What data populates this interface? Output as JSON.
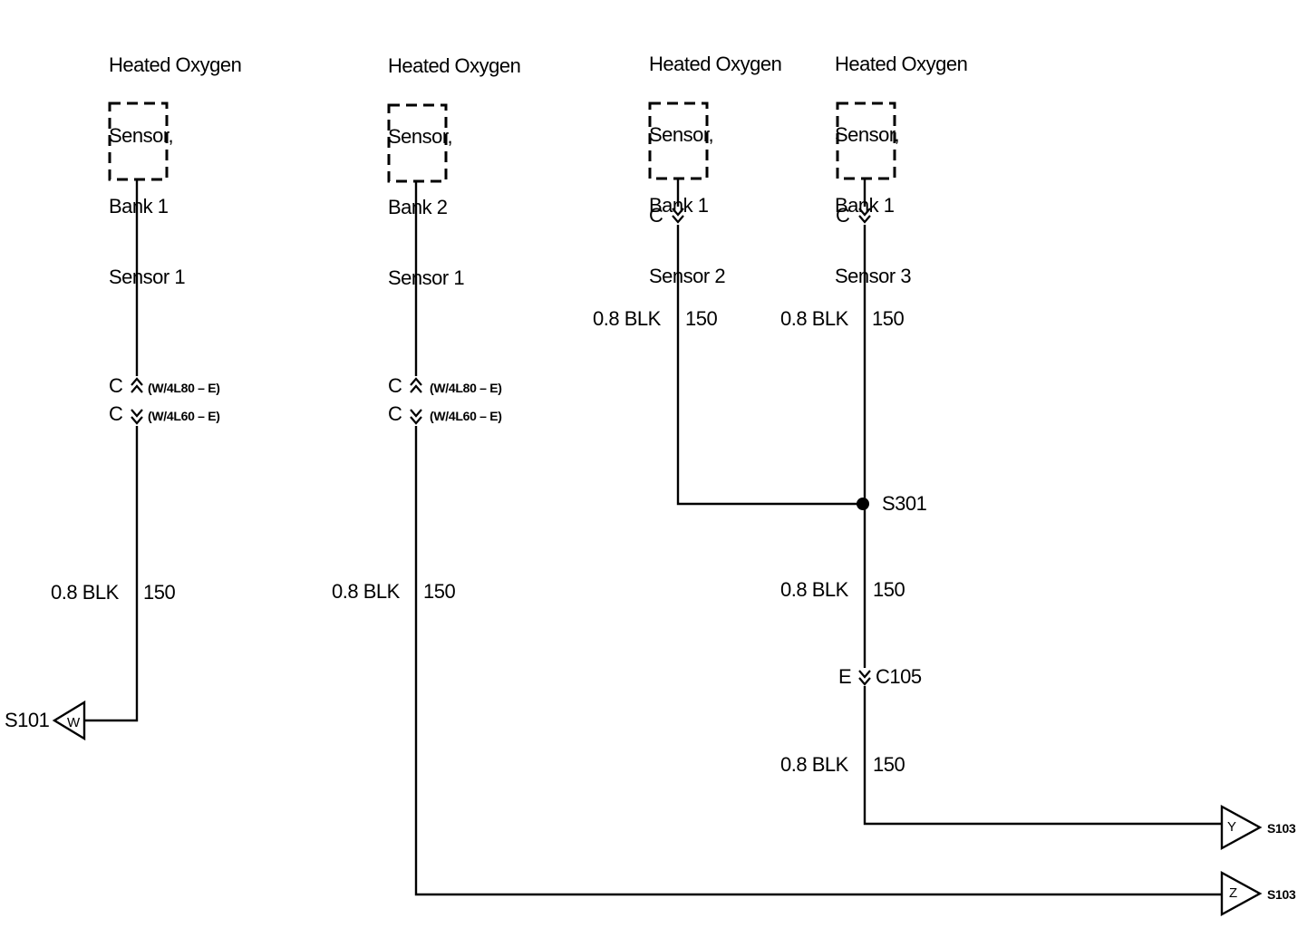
{
  "sensors": [
    {
      "lines": [
        "Heated Oxygen",
        "Sensor,",
        "Bank 1",
        "Sensor 1"
      ]
    },
    {
      "lines": [
        "Heated Oxygen",
        "Sensor,",
        "Bank 2",
        "Sensor 1"
      ]
    },
    {
      "lines": [
        "Heated Oxygen",
        "Sensor,",
        "Bank 1",
        "Sensor 2"
      ]
    },
    {
      "lines": [
        "Heated Oxygen",
        "Sensor,",
        "Bank 1",
        "Sensor 3"
      ]
    }
  ],
  "connectors": {
    "c_top_s3": "C",
    "c_top_s4": "C",
    "c_4l80_s1": "C",
    "c_4l60_s1": "C",
    "c_4l80_s2": "C",
    "c_4l60_s2": "C",
    "opt_4l80": "(W/4L80 – E)",
    "opt_4l60": "(W/4L60 – E)",
    "e_letter": "E",
    "c105": "C105"
  },
  "wires": {
    "gauge_color": "0.8 BLK",
    "circuit": "150"
  },
  "splices": {
    "s301": "S301",
    "s101": "S101",
    "s103_y": "S103",
    "s103_z": "S103",
    "w": "W",
    "y": "Y",
    "z": "Z"
  }
}
